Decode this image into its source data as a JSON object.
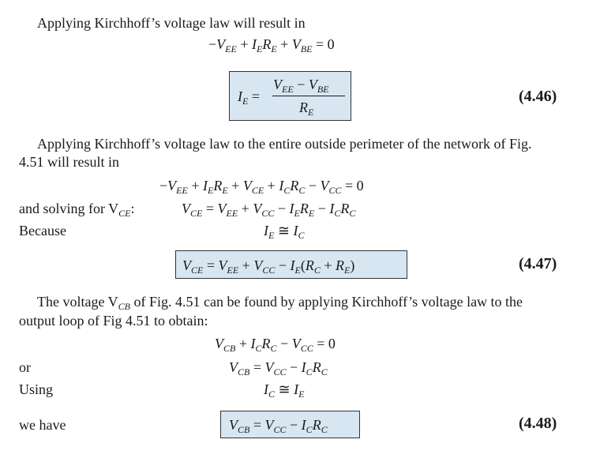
{
  "intro_text": "Applying Kirchhoff’s voltage law will result in",
  "para2_line1": "Applying Kirchhoff’s voltage law to the entire outside perimeter of the network of Fig.",
  "para2_line2": "4.51 will result in",
  "label_solving": "and solving for V",
  "label_solving_sub": "CE",
  "label_solving_colon": ":",
  "label_because": "Because",
  "para3_prefix": "The voltage V",
  "para3_sub": "CB",
  "para3_rest": " of Fig. 4.51 can be found by applying Kirchhoff’s voltage law to the",
  "para3_line2": "output loop of Fig 4.51 to obtain:",
  "label_or": "or",
  "label_using": "Using",
  "label_we_have": "we have",
  "eq_numbers": {
    "n446": "(4.46)",
    "n447": "(4.47)",
    "n448": "(4.48)"
  },
  "colors": {
    "box_fill": "#d8e6f2",
    "box_border": "#333333",
    "text": "#1a1a1a"
  }
}
